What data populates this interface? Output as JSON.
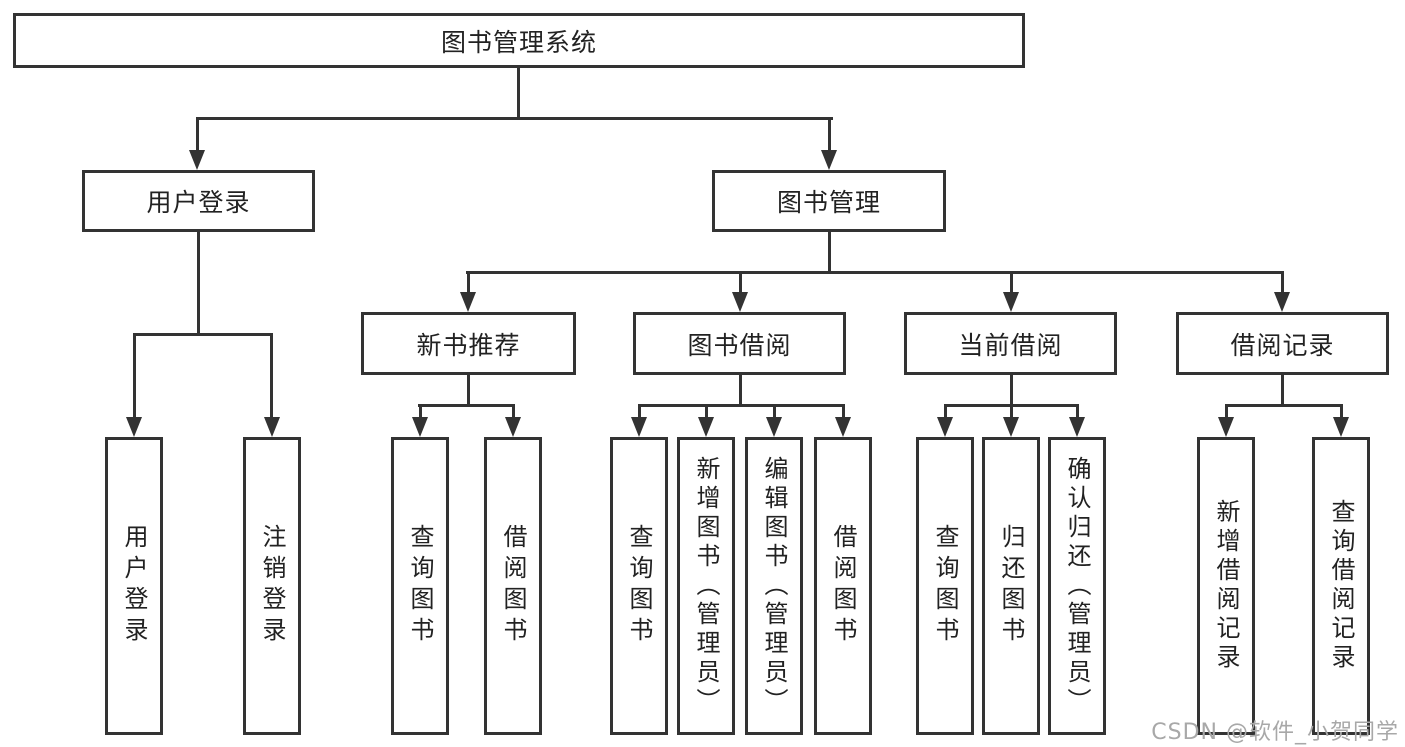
{
  "nodes": {
    "root": {
      "label": "图书管理系统"
    },
    "user_login": {
      "label": "用户登录"
    },
    "book_mgmt": {
      "label": "图书管理"
    },
    "new_book_rec": {
      "label": "新书推荐"
    },
    "book_borrow": {
      "label": "图书借阅"
    },
    "current_borrow": {
      "label": "当前借阅"
    },
    "borrow_records": {
      "label": "借阅记录"
    },
    "ul_login": {
      "label": "用户登录"
    },
    "ul_logout": {
      "label": "注销登录"
    },
    "nbr_query": {
      "label": "查询图书"
    },
    "nbr_borrow": {
      "label": "借阅图书"
    },
    "bb_query": {
      "label": "查询图书"
    },
    "bb_add": {
      "label": "新增图书（管理员）"
    },
    "bb_edit": {
      "label": "编辑图书（管理员）"
    },
    "bb_borrow": {
      "label": "借阅图书"
    },
    "cb_query": {
      "label": "查询图书"
    },
    "cb_return": {
      "label": "归还图书"
    },
    "cb_confirm": {
      "label": "确认归还（管理员）"
    },
    "br_add": {
      "label": "新增借阅记录"
    },
    "br_query": {
      "label": "查询借阅记录"
    }
  },
  "watermark": {
    "text": "CSDN @软件_小贺同学"
  },
  "colors": {
    "line": "#333333",
    "box_background": "#ffffff",
    "text": "#222222",
    "watermark": "#a8a8a8",
    "page_background": "#ffffff"
  }
}
